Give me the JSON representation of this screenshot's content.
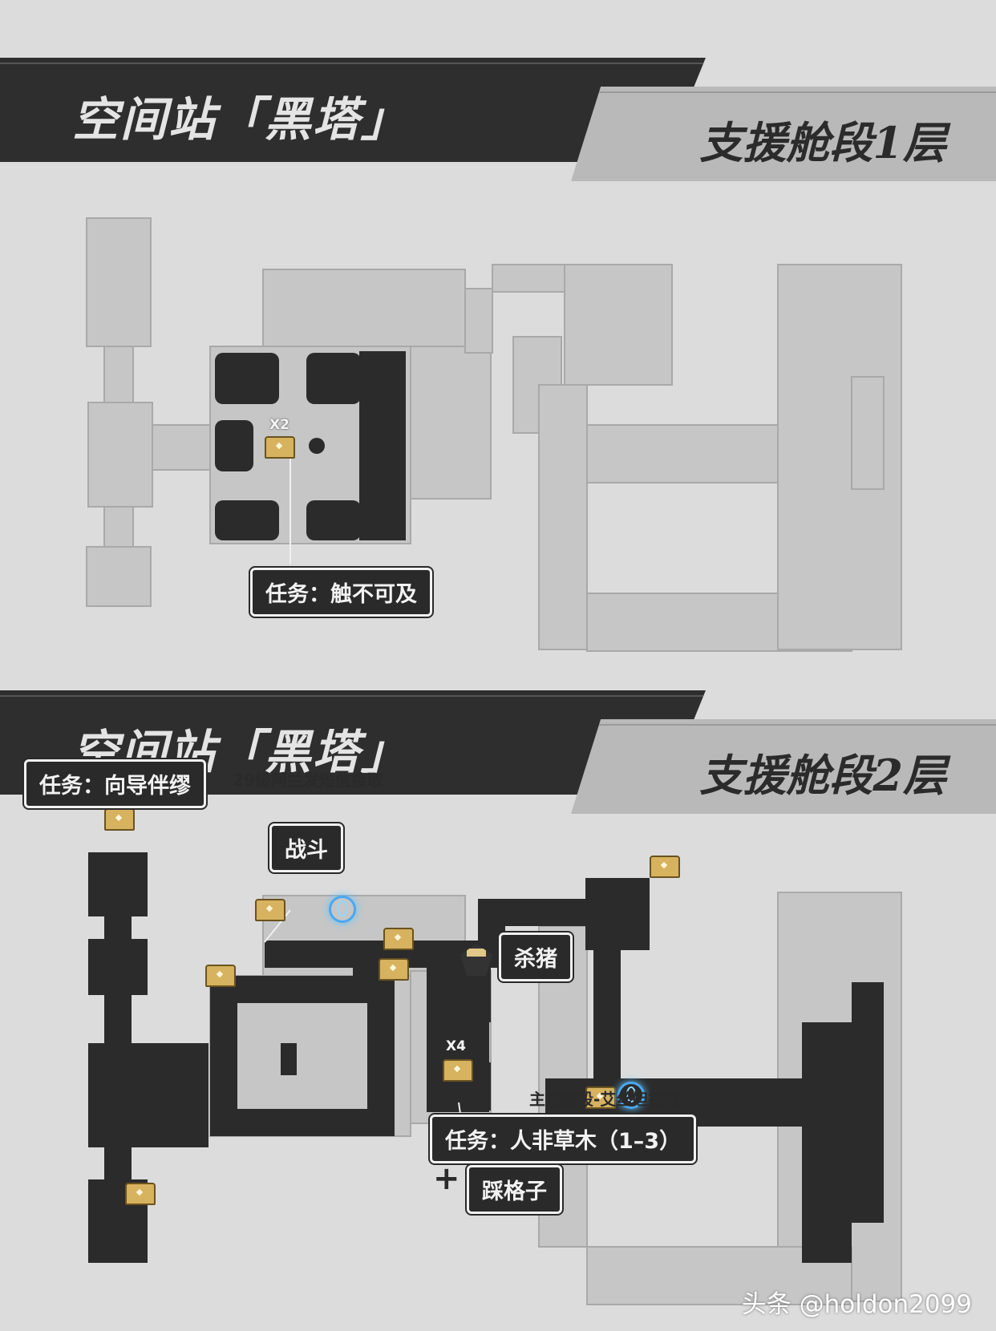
{
  "floor1": {
    "station_title": "空间站「黑塔」",
    "floor_title": "支援舱段1层",
    "chest_count": "X2",
    "quest_label": "任务：触不可及"
  },
  "floor2": {
    "station_title": "空间站「黑塔」",
    "floor_title": "支援舱段2层",
    "quest_guide": "任务：向导伴缪",
    "quest_guide_note": "29级阿兰发短信接取",
    "battle_label": "战斗",
    "boar_label": "杀猪",
    "chest_count": "X4",
    "quest_note": "主控舱段-艾丝妲接取",
    "quest_label": "任务：人非草木（1–3）",
    "plus": "+",
    "grid_label": "踩格子"
  },
  "watermark": "头条 @holdon2099",
  "colors": {
    "floor_gray": "#c8c8c8",
    "path_dark": "#2b2b2b",
    "chest_gold": "#d7b25f",
    "teleport_blue": "#4aa8f0"
  },
  "icons": [
    "chest-icon",
    "teleport-icon",
    "boar-icon"
  ]
}
